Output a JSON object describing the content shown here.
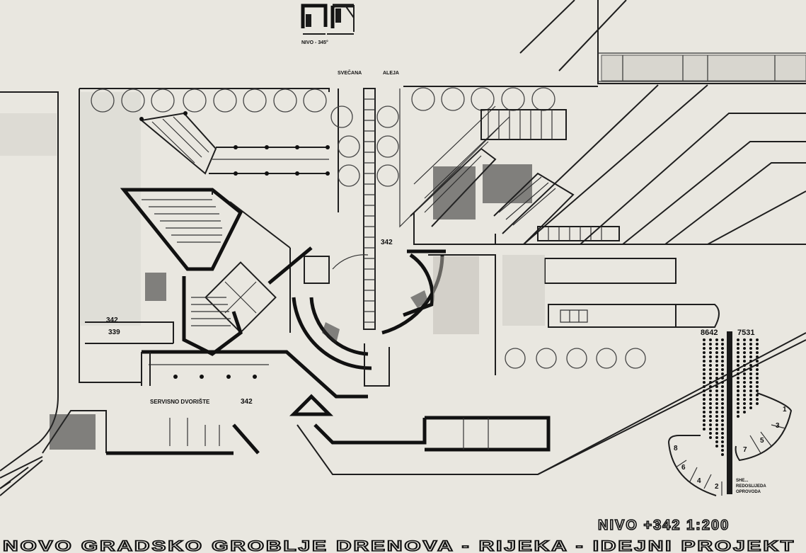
{
  "drawing": {
    "title": "NOVO GRADSKO GROBLJE DRENOVA - RIJEKA - IDEJNI PROJEKT",
    "level_scale": "NIVO +342 1:200",
    "inset_level": "NIVO - 345°",
    "avenue_label_1": "SVEČANA",
    "avenue_label_2": "ALEJA",
    "service_yard": "SERVISNO DVORIŠTE",
    "service_yard_level": "342",
    "center_level": "342",
    "left_level_a": "342",
    "left_level_b": "339",
    "sequence_left": "8642",
    "sequence_right": "7531",
    "sequence_numbers": [
      "1",
      "2",
      "3",
      "4",
      "5",
      "6",
      "7",
      "8"
    ],
    "legend_text": [
      "SHE...",
      "REDOSLIJEDA",
      "OPROVODA"
    ]
  }
}
